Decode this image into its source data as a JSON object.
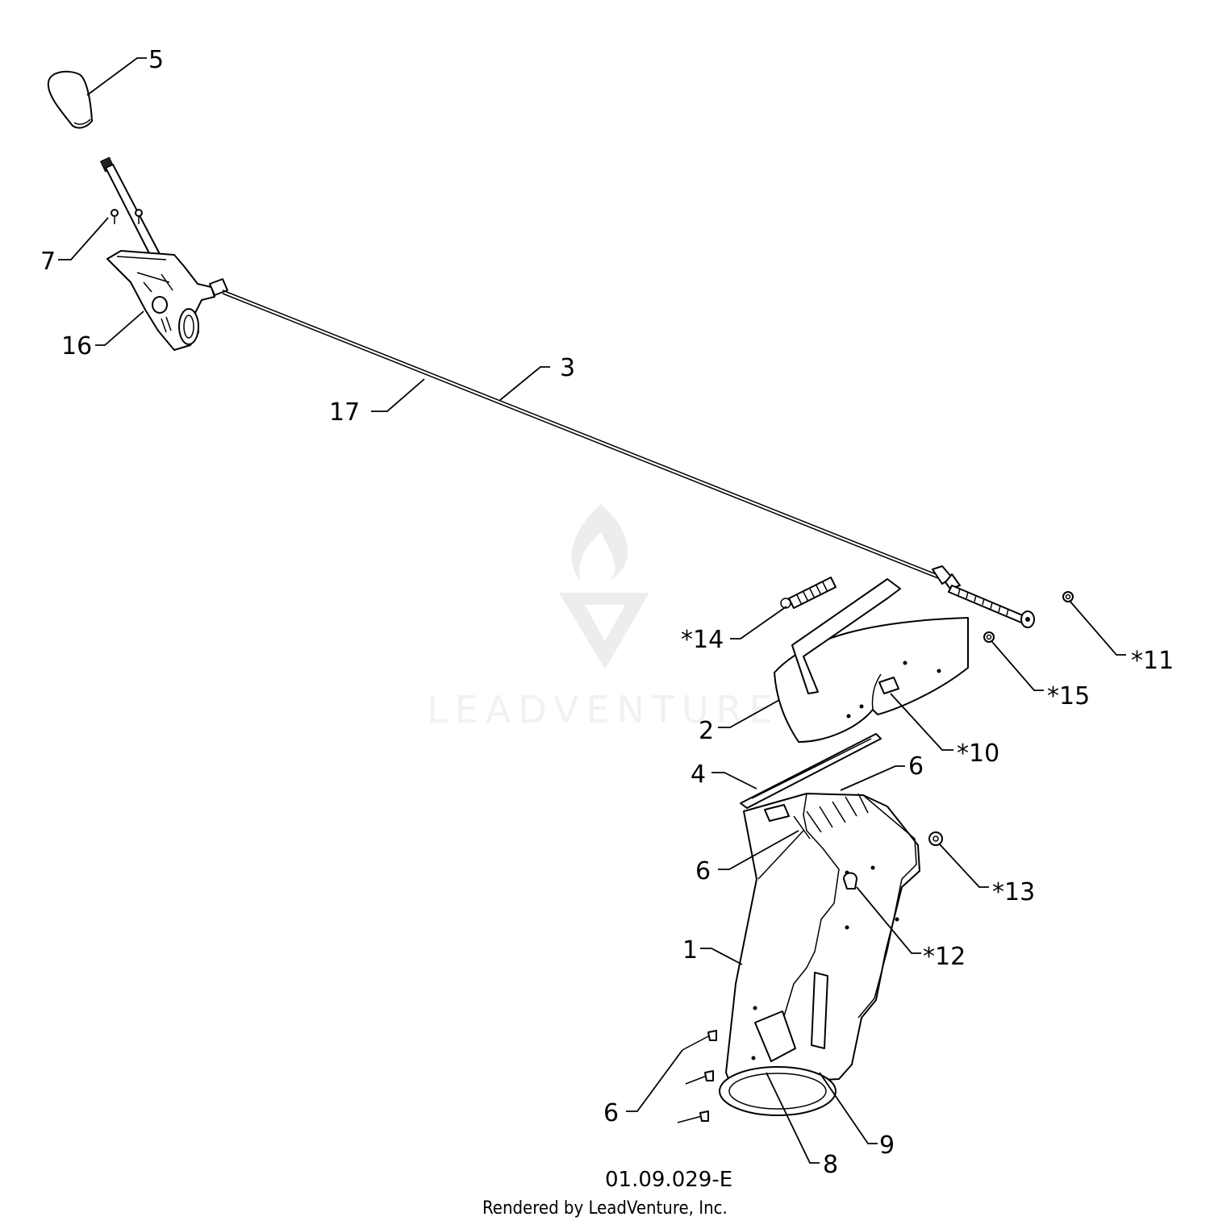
{
  "callouts": {
    "c1": "1",
    "c2": "2",
    "c3": "3",
    "c4": "4",
    "c5": "5",
    "c6a": "6",
    "c6b": "6",
    "c6c": "6",
    "c7": "7",
    "c8": "8",
    "c9": "9",
    "c10": "*10",
    "c11": "*11",
    "c12": "*12",
    "c13": "*13",
    "c14": "*14",
    "c15": "*15",
    "c16": "16",
    "c17": "17"
  },
  "drawing_code": "01.09.029-E",
  "credit": "Rendered by LeadVenture, Inc.",
  "watermark": "LEADVENTURE"
}
